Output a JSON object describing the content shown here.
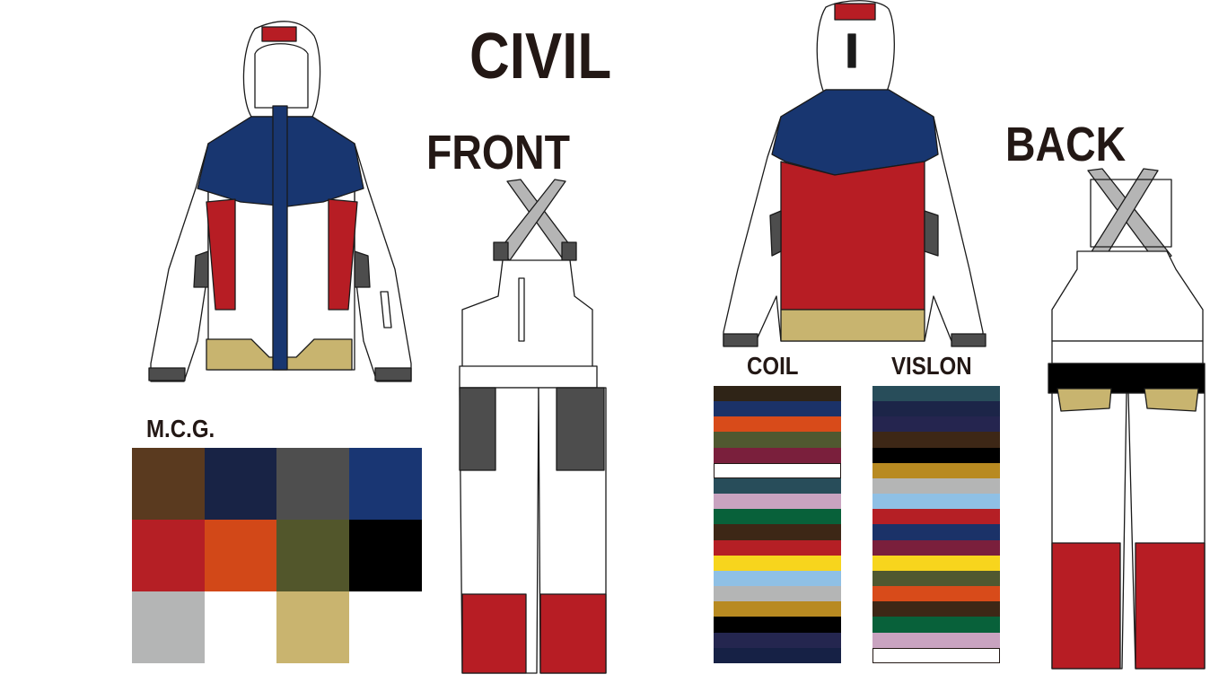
{
  "labels": {
    "title": "CIVIL",
    "front": "FRONT",
    "back": "BACK",
    "mcg": "M.C.G.",
    "coil": "COIL",
    "vislon": "VISLON"
  },
  "mcg_swatches": [
    [
      "#5a3a1f",
      "#182345",
      "#4e4e4e",
      "#193673"
    ],
    [
      "#b51f25",
      "#d24818",
      "#52562b",
      "#000000"
    ],
    [
      "#b4b5b5",
      "#ffffff",
      "#c9b46f"
    ]
  ],
  "coil_colors": [
    "#2f2417",
    "#1b3268",
    "#d84b1a",
    "#505830",
    "#7a1f3c",
    "#ffffff",
    "#284d5a",
    "#c9a3c0",
    "#08613a",
    "#3d2716",
    "#b51f25",
    "#f7d51d",
    "#8fc0e5",
    "#b4b5b5",
    "#b88a21",
    "#000000",
    "#24264f",
    "#162145"
  ],
  "vislon_colors": [
    "#284d5a",
    "#1c2548",
    "#25254f",
    "#3d2716",
    "#000000",
    "#b88a21",
    "#b4b5b5",
    "#8fc0e5",
    "#b51f25",
    "#1b3268",
    "#7a1f3c",
    "#f7d51d",
    "#505830",
    "#d84b1a",
    "#3d2716",
    "#08613a",
    "#c9a3c0",
    "#ffffff"
  ],
  "garment_colors": {
    "navy": "#183670",
    "red": "#b71d24",
    "tan": "#c8b46f",
    "grey": "#4d4d4d",
    "light_grey": "#b5b5b5",
    "outline": "#1a1a1a"
  }
}
